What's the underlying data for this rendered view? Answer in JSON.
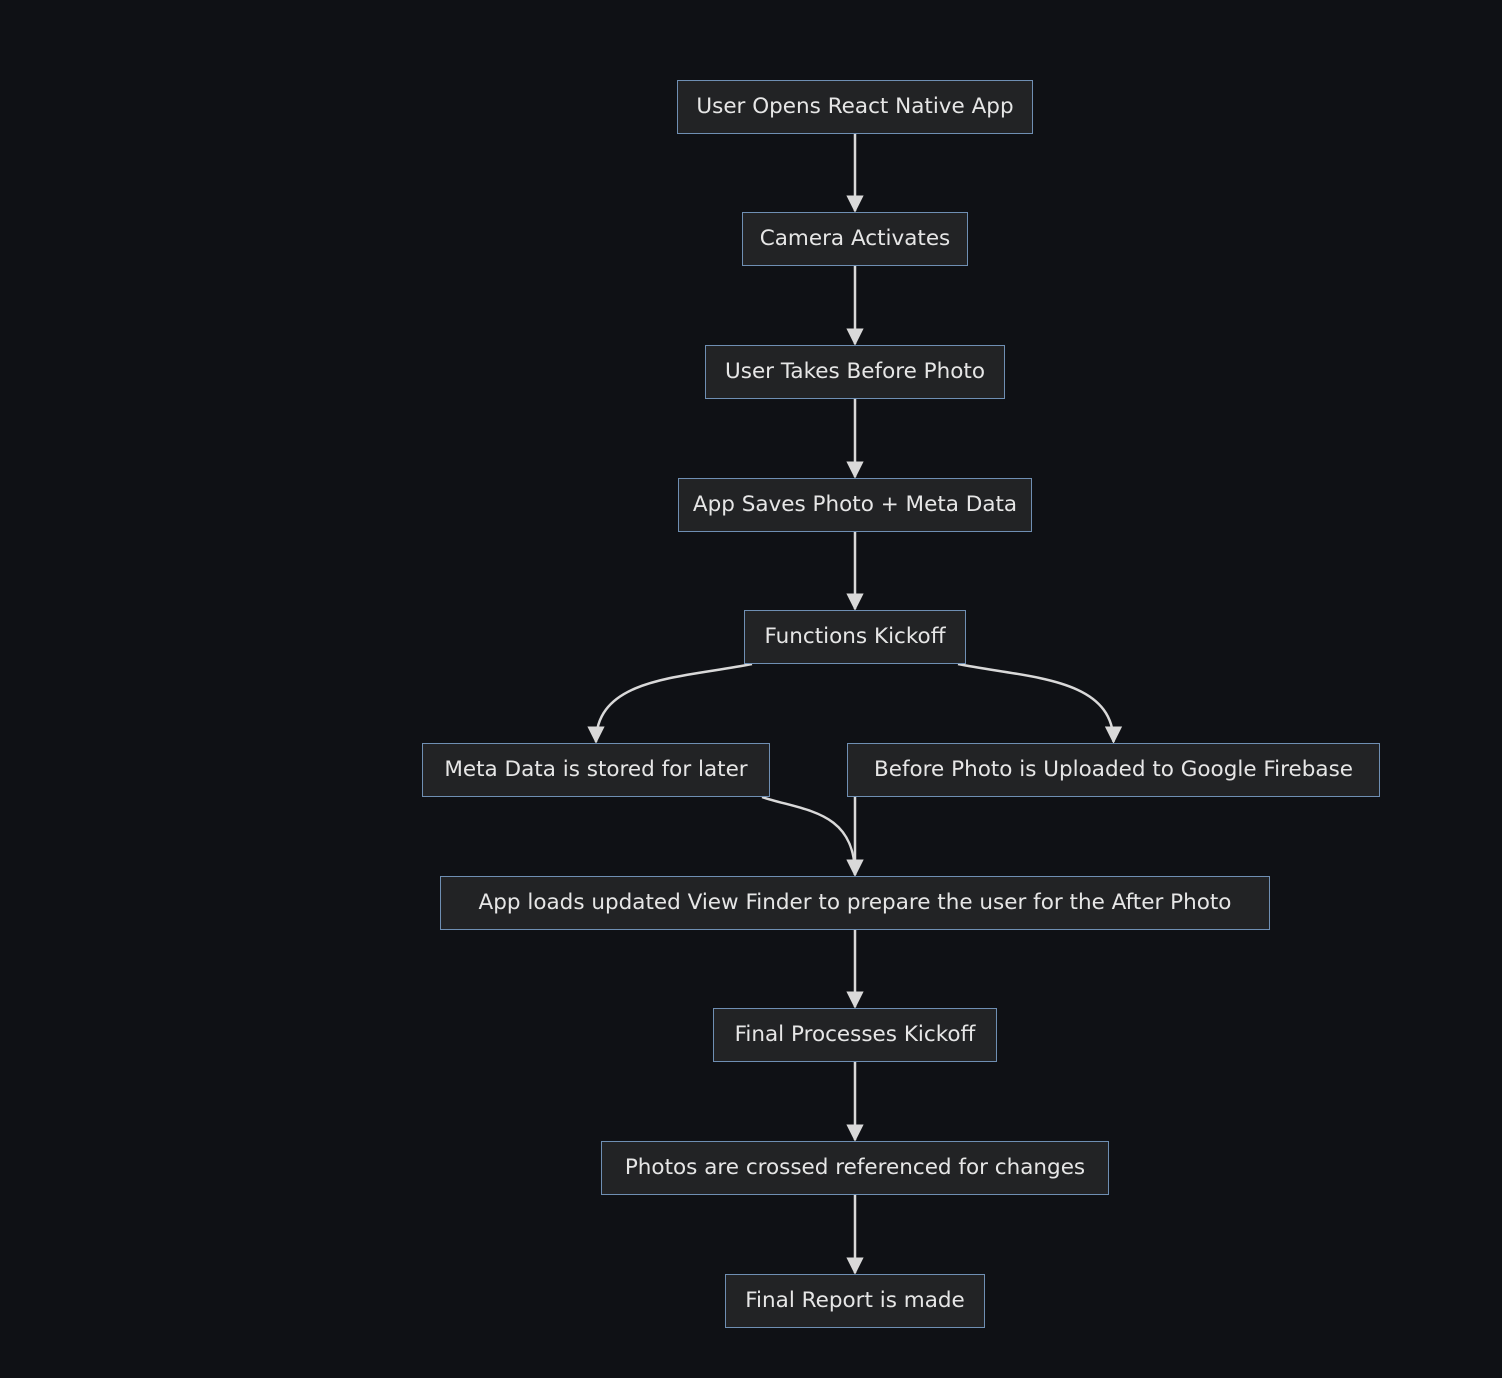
{
  "diagram": {
    "colors": {
      "background": "#0f1115",
      "node_fill": "#222325",
      "node_border": "#6f8fb3",
      "text": "#e6e6e6",
      "edge": "#d9d9d9"
    },
    "nodes": [
      {
        "id": "n1",
        "label": "User Opens React Native App"
      },
      {
        "id": "n2",
        "label": "Camera Activates"
      },
      {
        "id": "n3",
        "label": "User Takes Before Photo"
      },
      {
        "id": "n4",
        "label": "App Saves Photo + Meta Data"
      },
      {
        "id": "n5",
        "label": "Functions Kickoff"
      },
      {
        "id": "n6",
        "label": "Meta Data is stored for later"
      },
      {
        "id": "n7",
        "label": "Before Photo is Uploaded to Google Firebase"
      },
      {
        "id": "n8",
        "label": "App loads updated View Finder to prepare the user for the After Photo"
      },
      {
        "id": "n9",
        "label": "Final Processes Kickoff"
      },
      {
        "id": "n10",
        "label": "Photos are crossed referenced for changes"
      },
      {
        "id": "n11",
        "label": "Final Report is made"
      }
    ],
    "edges": [
      {
        "from": "n1",
        "to": "n2"
      },
      {
        "from": "n2",
        "to": "n3"
      },
      {
        "from": "n3",
        "to": "n4"
      },
      {
        "from": "n4",
        "to": "n5"
      },
      {
        "from": "n5",
        "to": "n6"
      },
      {
        "from": "n5",
        "to": "n7"
      },
      {
        "from": "n6",
        "to": "n8"
      },
      {
        "from": "n7",
        "to": "n8"
      },
      {
        "from": "n8",
        "to": "n9"
      },
      {
        "from": "n9",
        "to": "n10"
      },
      {
        "from": "n10",
        "to": "n11"
      }
    ]
  }
}
